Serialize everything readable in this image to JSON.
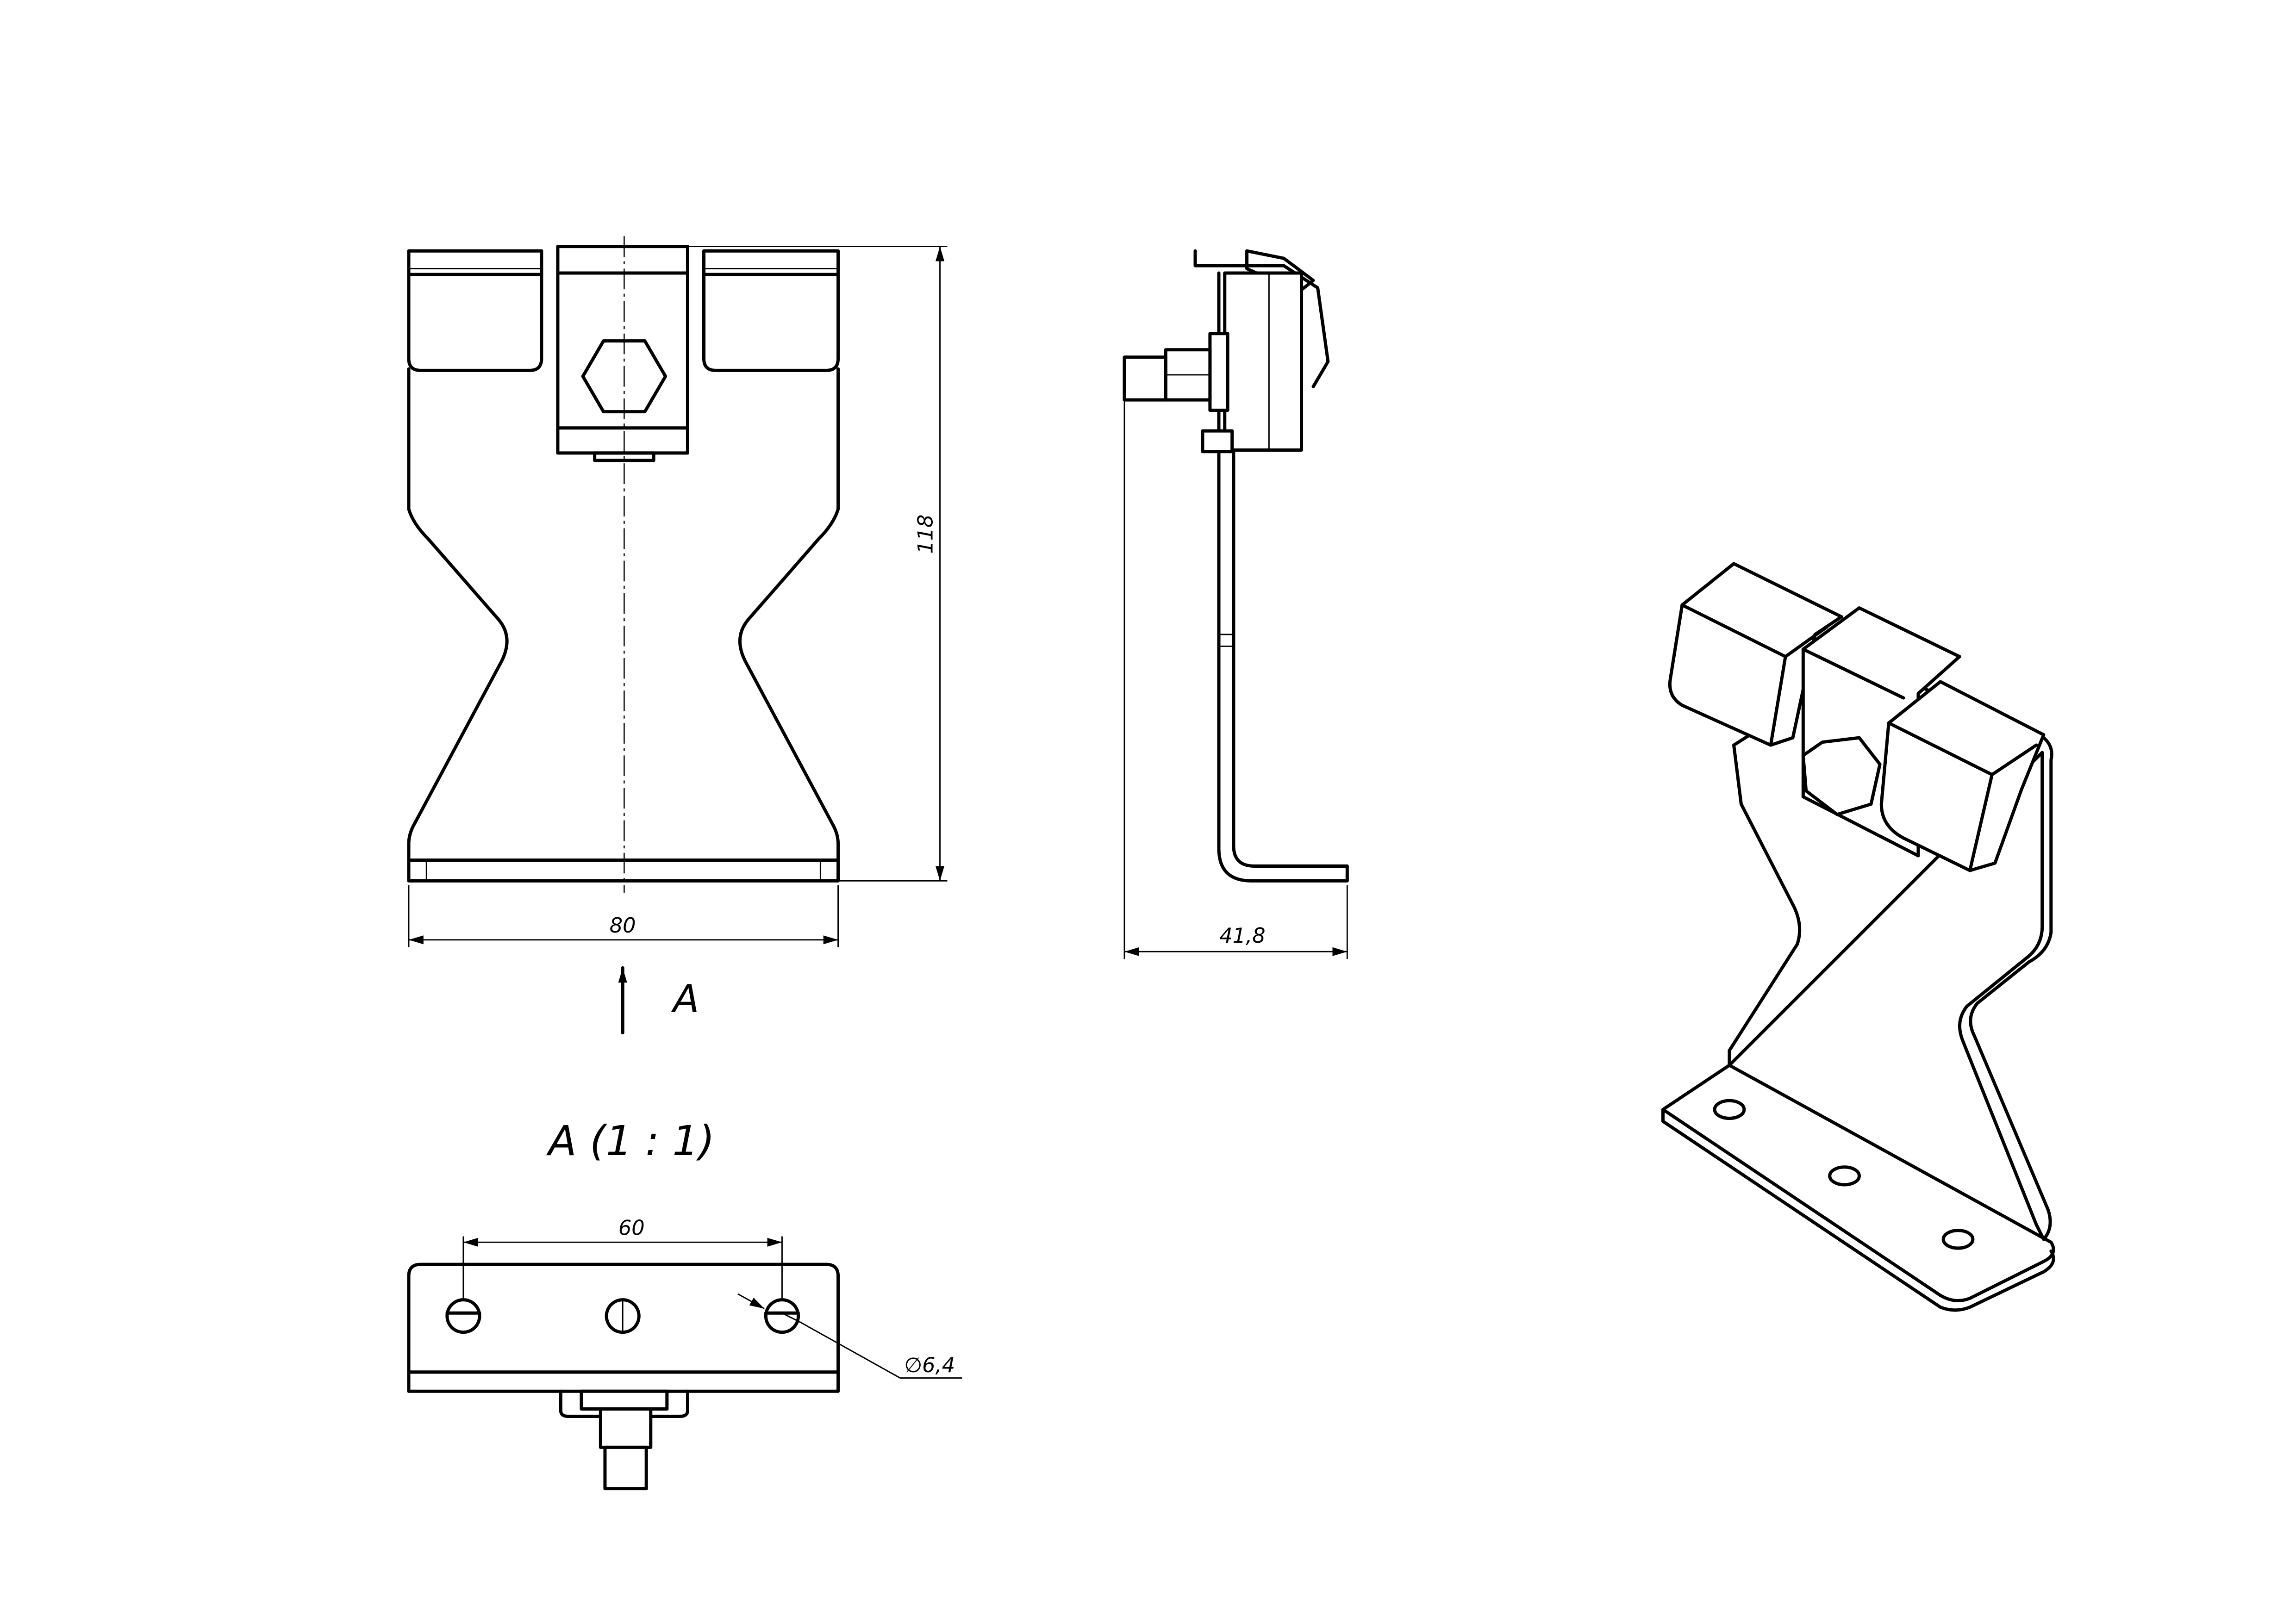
{
  "drawing": {
    "front_view": {
      "height_dim": "118",
      "width_dim": "80",
      "view_arrow_label": "A"
    },
    "side_view": {
      "depth_dim": "41,8"
    },
    "view_a": {
      "title": "A (1 : 1)",
      "hole_spacing_dim": "60",
      "hole_diameter_dim": "∅6,4"
    },
    "isometric_view": {}
  }
}
